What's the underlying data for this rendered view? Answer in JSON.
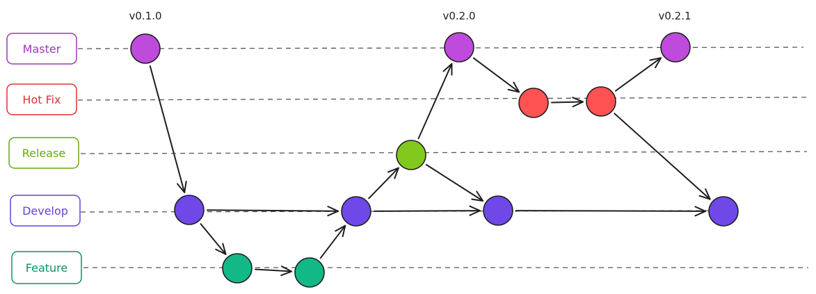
{
  "lanes": [
    {
      "id": "master",
      "label": "Master",
      "color": "#9c36b5"
    },
    {
      "id": "hotfix",
      "label": "Hot Fix",
      "color": "#e03131"
    },
    {
      "id": "release",
      "label": "Release",
      "color": "#66a80f"
    },
    {
      "id": "develop",
      "label": "Develop",
      "color": "#6741d9"
    },
    {
      "id": "feature",
      "label": "Feature",
      "color": "#099268"
    }
  ],
  "version_tags": [
    "v0.1.0",
    "v0.2.0",
    "v0.2.1"
  ],
  "node_colors": {
    "master": "#be4bdb",
    "hotfix": "#ff5252",
    "release": "#82c91e",
    "develop": "#7048e8",
    "feature": "#12b886"
  },
  "commits": [
    {
      "id": "m1",
      "lane": "master",
      "tag": "v0.1.0"
    },
    {
      "id": "m2",
      "lane": "master",
      "tag": "v0.2.0"
    },
    {
      "id": "m3",
      "lane": "master",
      "tag": "v0.2.1"
    },
    {
      "id": "h1",
      "lane": "hotfix"
    },
    {
      "id": "h2",
      "lane": "hotfix"
    },
    {
      "id": "r1",
      "lane": "release"
    },
    {
      "id": "d1",
      "lane": "develop"
    },
    {
      "id": "d2",
      "lane": "develop"
    },
    {
      "id": "d3",
      "lane": "develop"
    },
    {
      "id": "d4",
      "lane": "develop"
    },
    {
      "id": "f1",
      "lane": "feature"
    },
    {
      "id": "f2",
      "lane": "feature"
    }
  ],
  "edges": [
    [
      "m1",
      "d1"
    ],
    [
      "d1",
      "d2"
    ],
    [
      "d1",
      "f1"
    ],
    [
      "f1",
      "f2"
    ],
    [
      "f2",
      "d2"
    ],
    [
      "d2",
      "r1"
    ],
    [
      "d2",
      "d3"
    ],
    [
      "r1",
      "m2"
    ],
    [
      "r1",
      "d3"
    ],
    [
      "m2",
      "h1"
    ],
    [
      "h1",
      "h2"
    ],
    [
      "h2",
      "m3"
    ],
    [
      "h2",
      "d4"
    ],
    [
      "d3",
      "d4"
    ]
  ]
}
